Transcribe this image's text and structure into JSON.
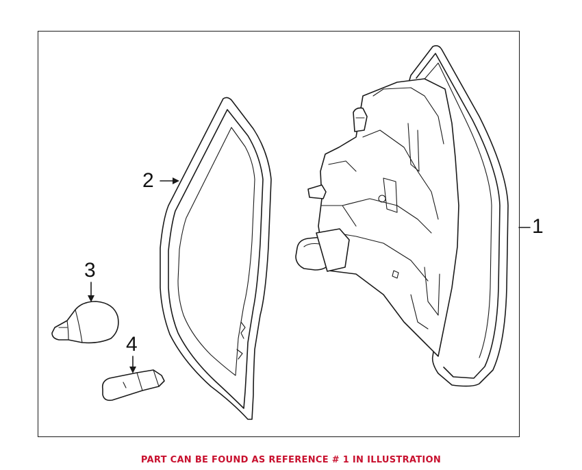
{
  "callouts": {
    "part_1": "1",
    "part_2": "2",
    "part_3": "3",
    "part_4": "4"
  },
  "caption": "PART CAN BE FOUND AS REFERENCE # 1 IN ILLUSTRATION",
  "colors": {
    "caption": "#c8102e",
    "line": "#1a1a1a",
    "background": "#ffffff"
  }
}
